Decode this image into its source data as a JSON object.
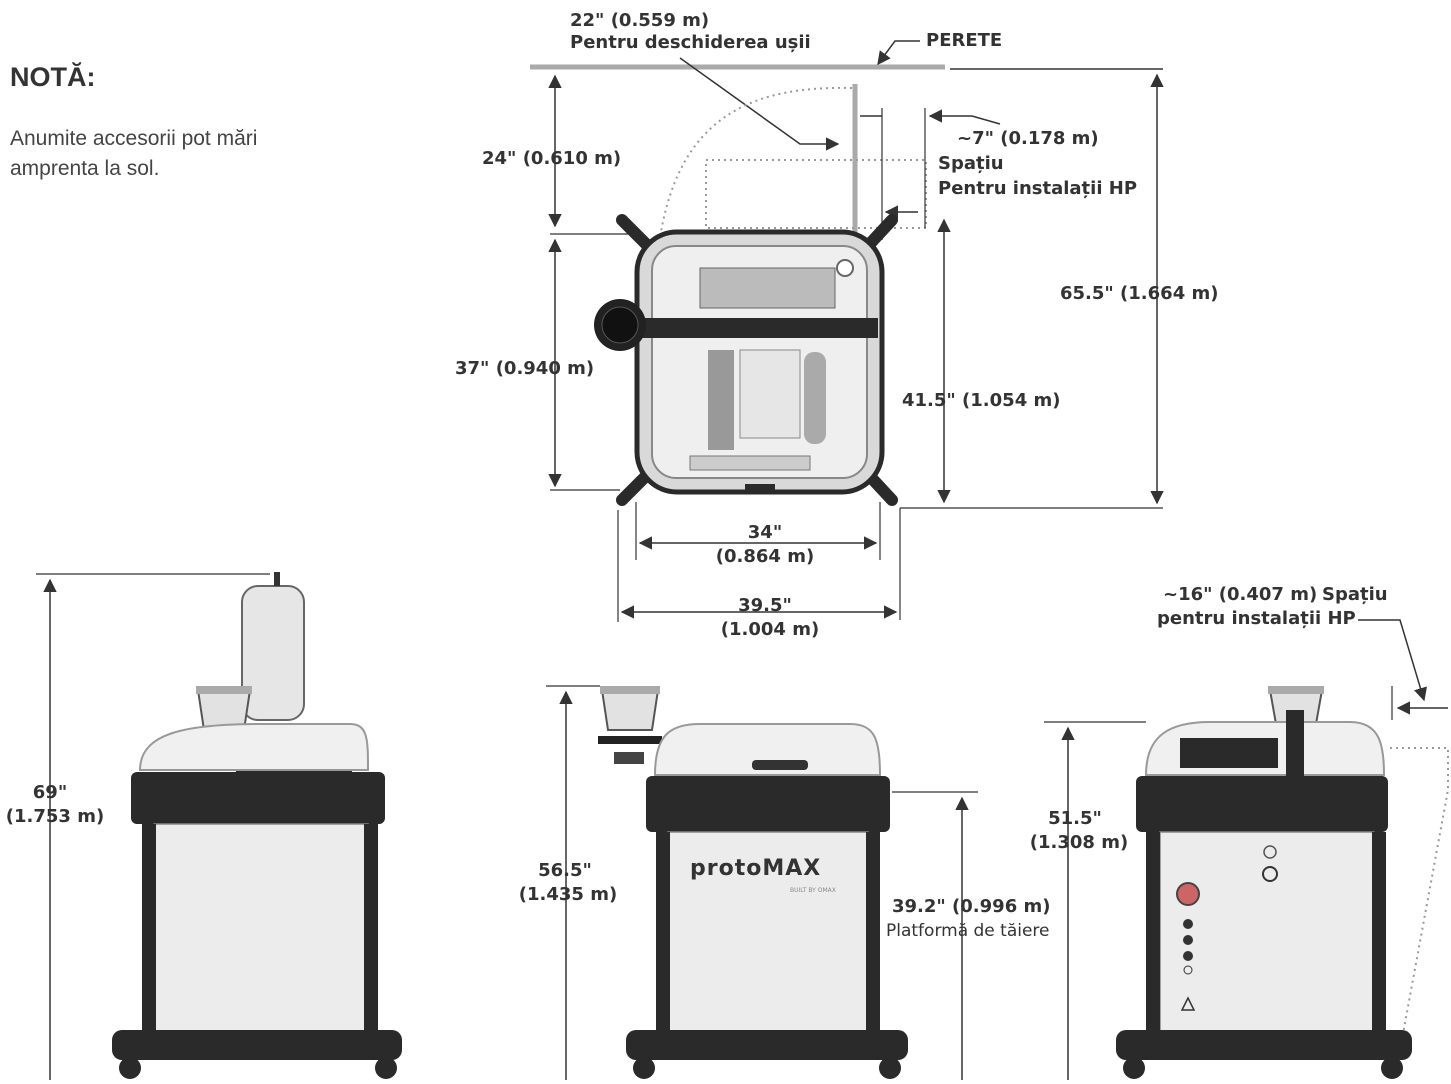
{
  "note": {
    "title": "NOTĂ:",
    "body": "Anumite accesorii pot mări amprenta la sol."
  },
  "top_view": {
    "door_clearance": "22\" (0.559 m)",
    "door_clearance_label": "Pentru deschiderea ușii",
    "wall_label": "PERETE",
    "depth_to_wall": "24\" (0.610 m)",
    "hp_space_value": "~7\" (0.178 m)",
    "hp_space_word": "Spațiu",
    "hp_space_label": "Pentru instalații HP",
    "total_depth": "65.5\" (1.664 m)",
    "machine_depth": "37\" (0.940 m)",
    "frame_depth": "41.5\" (1.054 m)",
    "width_inner_value": "34\"",
    "width_inner_metric": "(0.864 m)",
    "width_outer_value": "39.5\"",
    "width_outer_metric": "(1.004 m)"
  },
  "side_view": {
    "height_value": "69\"",
    "height_metric": "(1.753 m)"
  },
  "front_view": {
    "height_value": "56.5\"",
    "height_metric": "(1.435 m)",
    "deck_value": "39.2\" (0.996 m)",
    "deck_label": "Platformă de tăiere",
    "brand": "protoMAX",
    "brand_sub": "BUILT BY OMAX"
  },
  "back_view": {
    "height_value": "51.5\"",
    "height_metric": "(1.308 m)",
    "hp_space_value": "~16\" (0.407 m)",
    "hp_space_word": "Spațiu",
    "hp_space_label": "pentru instalații HP"
  },
  "colors": {
    "line": "#333333",
    "wall": "#aaaaaa",
    "machine_dark": "#2a2a2a",
    "cabinet": "#ececec"
  }
}
